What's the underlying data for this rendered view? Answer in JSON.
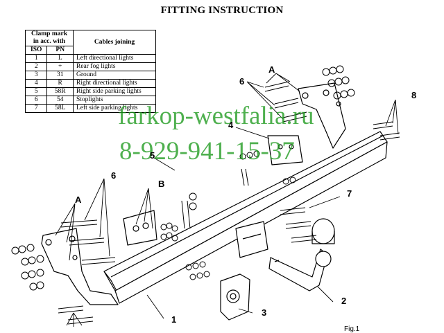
{
  "title": "FITTING INSTRUCTION",
  "legend": {
    "header_clamp": "Clamp mark in acc. with",
    "header_cables": "Cables joining",
    "header_iso": "ISO",
    "header_pn": "PN",
    "rows": [
      {
        "iso": "1",
        "pn": "L",
        "desc": "Left directional lights"
      },
      {
        "iso": "2",
        "pn": "+",
        "desc": "Rear fog lights"
      },
      {
        "iso": "3",
        "pn": "31",
        "desc": "Ground"
      },
      {
        "iso": "4",
        "pn": "R",
        "desc": "Right directional lights"
      },
      {
        "iso": "5",
        "pn": "58R",
        "desc": "Right side parking lights"
      },
      {
        "iso": "6",
        "pn": "54",
        "desc": "Stoplights"
      },
      {
        "iso": "7",
        "pn": "58L",
        "desc": "Left side parking lights"
      }
    ]
  },
  "watermark": {
    "site": "farkop-westfalia.ru",
    "phone": "8-929-941-15-37"
  },
  "labels": {
    "a_top": "A",
    "a_left": "A",
    "b": "B",
    "n6_top": "6",
    "n6_left": "6",
    "n8": "8",
    "n4": "4",
    "n5": "5",
    "n7": "7",
    "n2": "2",
    "n3": "3",
    "n1": "1"
  },
  "figure_caption": "Fig.1"
}
